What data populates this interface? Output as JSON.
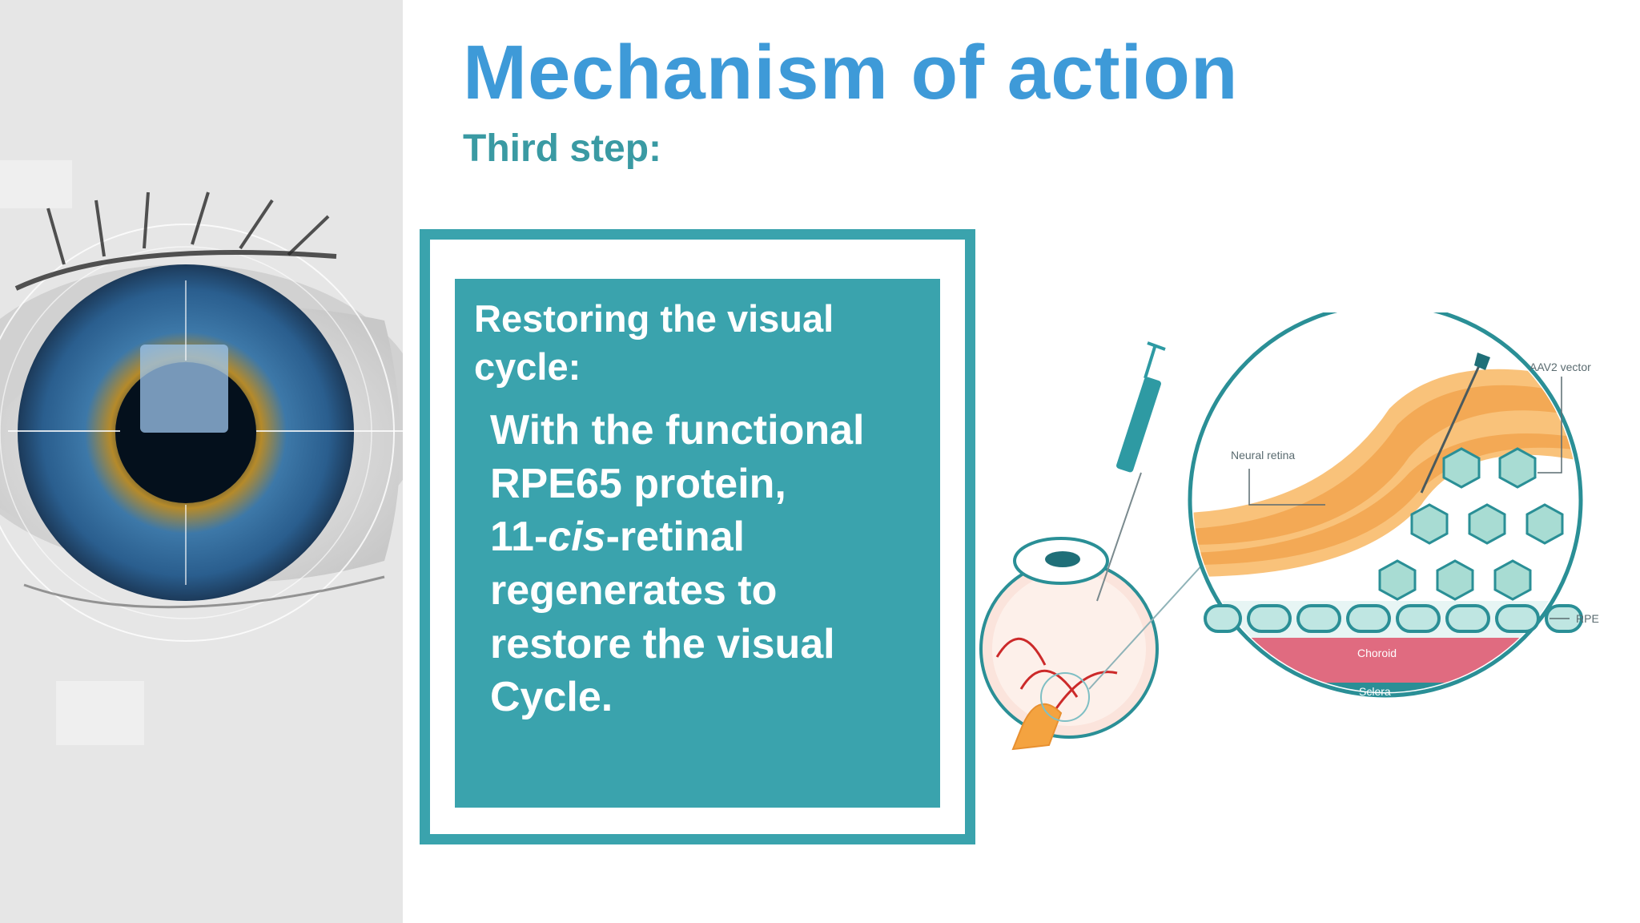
{
  "slide": {
    "title": "Mechanism of action",
    "subtitle": "Third step:"
  },
  "content_box": {
    "heading_line1": "Restoring the visual",
    "heading_line2": "cycle:",
    "body_line1": "With the functional",
    "body_line2": "RPE65 protein,",
    "body_line3_prefix": "11-",
    "body_line3_italic": "cis",
    "body_line3_suffix": "-retinal",
    "body_line4": "regenerates to",
    "body_line5": "restore the visual",
    "body_line6": "Cycle."
  },
  "diagram": {
    "label_aav2": "AAV2 vector",
    "label_neural_retina": "Neural retina",
    "label_rpe": "RPE",
    "label_choroid": "Choroid",
    "label_sclera": "Sclera"
  },
  "colors": {
    "title": "#3e9ad8",
    "subtitle": "#3a9aa3",
    "teal": "#3aa3ad"
  }
}
